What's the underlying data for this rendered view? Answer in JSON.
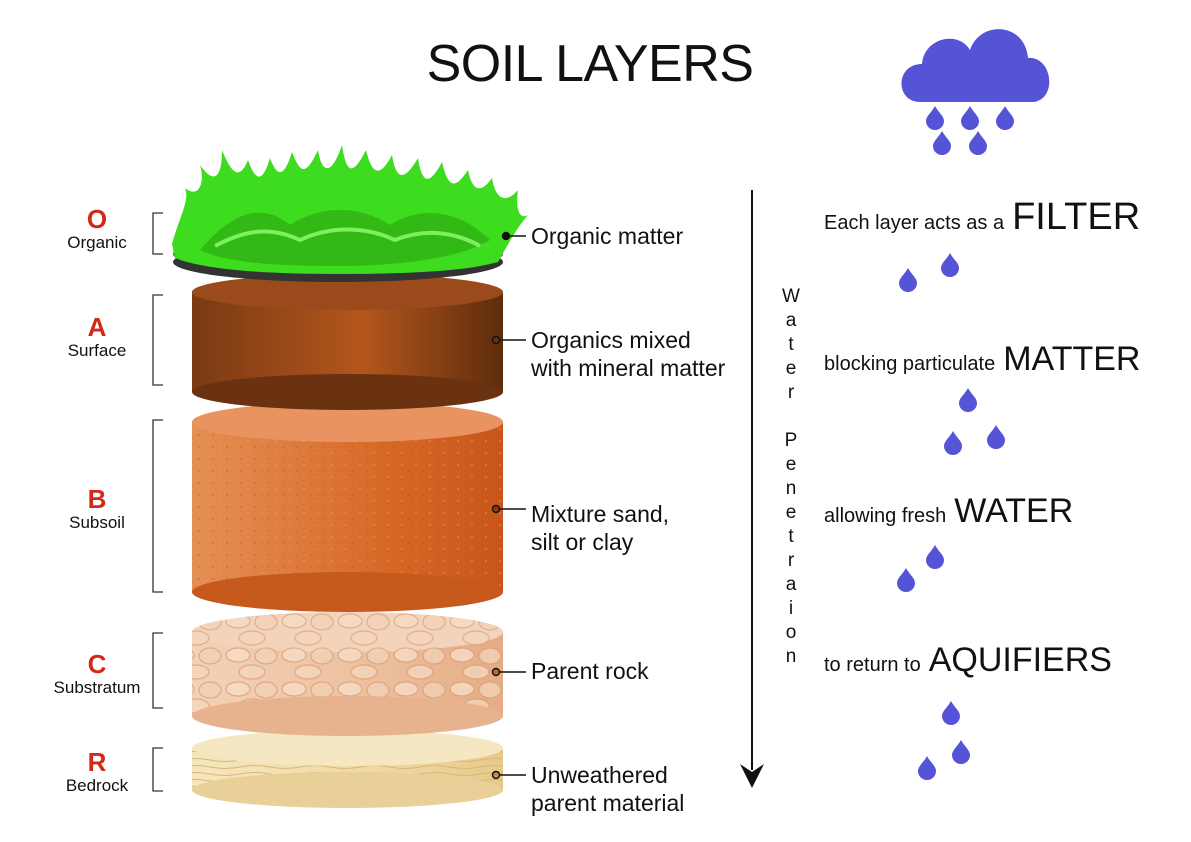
{
  "title": "SOIL LAYERS",
  "horizons": [
    {
      "letter": "O",
      "name": "Organic",
      "description": [
        "Organic matter"
      ]
    },
    {
      "letter": "A",
      "name": "Surface",
      "description": [
        "Organics mixed",
        "with mineral matter"
      ]
    },
    {
      "letter": "B",
      "name": "Subsoil",
      "description": [
        "Mixture sand,",
        "silt or clay"
      ]
    },
    {
      "letter": "C",
      "name": "Substratum",
      "description": [
        "Parent rock"
      ]
    },
    {
      "letter": "R",
      "name": "Bedrock",
      "description": [
        "Unweathered",
        "parent material"
      ]
    }
  ],
  "water_label": "Water Penetraion",
  "filter_lines": [
    {
      "text": "Each layer acts as a",
      "emphasis": "FILTER"
    },
    {
      "text": "blocking particulate",
      "emphasis": "MATTER"
    },
    {
      "text": "allowing fresh",
      "emphasis": "WATER"
    },
    {
      "text": "to return to",
      "emphasis": "AQUIFIERS"
    }
  ],
  "colors": {
    "label_red": "#d12a1a",
    "grass": "#3ddc1e",
    "organic_disc": "#3a3a3a",
    "layer_a": "#8a4317",
    "layer_b": "#d9763a",
    "layer_c": "#f0c9ac",
    "layer_r": "#f3dfae",
    "rain": "#5553d6"
  }
}
